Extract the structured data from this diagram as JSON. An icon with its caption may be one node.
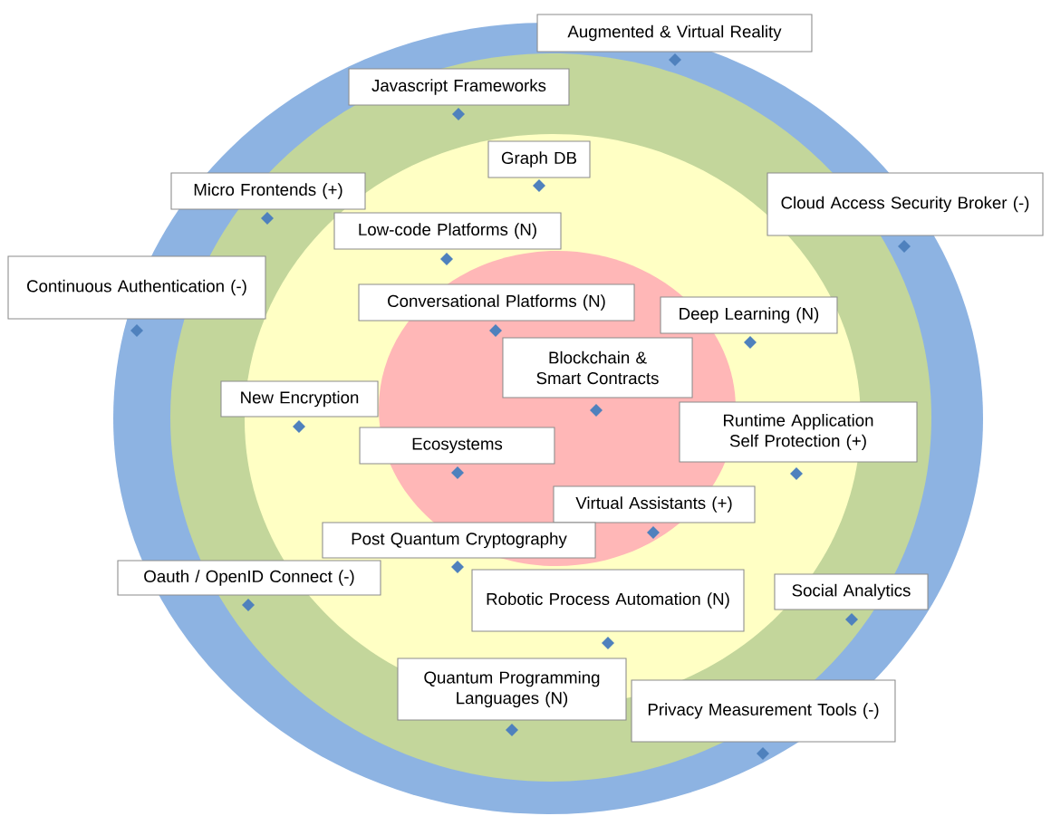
{
  "diagram": {
    "nodes": [
      {
        "text": [
          "Augmented & Virtual Reality"
        ]
      },
      {
        "text": [
          "Javascript Frameworks"
        ]
      },
      {
        "text": [
          "Graph DB"
        ]
      },
      {
        "text": [
          "Micro Frontends (+)"
        ]
      },
      {
        "text": [
          "Cloud Access Security Broker (-)"
        ]
      },
      {
        "text": [
          "Low-code Platforms (N)"
        ]
      },
      {
        "text": [
          "Continuous Authentication (-)"
        ]
      },
      {
        "text": [
          "Conversational Platforms (N)"
        ]
      },
      {
        "text": [
          "Deep Learning (N)"
        ]
      },
      {
        "text": [
          "Blockchain & Smart Contracts"
        ]
      },
      {
        "text": [
          "New Encryption"
        ]
      },
      {
        "text": [
          "Runtime Application Self Protection (+)"
        ]
      },
      {
        "text": [
          "Ecosystems"
        ]
      },
      {
        "text": [
          "Virtual Assistants (+)"
        ]
      },
      {
        "text": [
          "Post Quantum Cryptography"
        ]
      },
      {
        "text": [
          "Oauth / OpenID Connect (-)"
        ]
      },
      {
        "text": [
          "Robotic Process Automation (N)"
        ]
      },
      {
        "text": [
          "Social Analytics"
        ]
      },
      {
        "text": [
          "Quantum Programming Languages (N)"
        ]
      },
      {
        "text": [
          "Privacy Measurement Tools (-)"
        ]
      }
    ]
  }
}
